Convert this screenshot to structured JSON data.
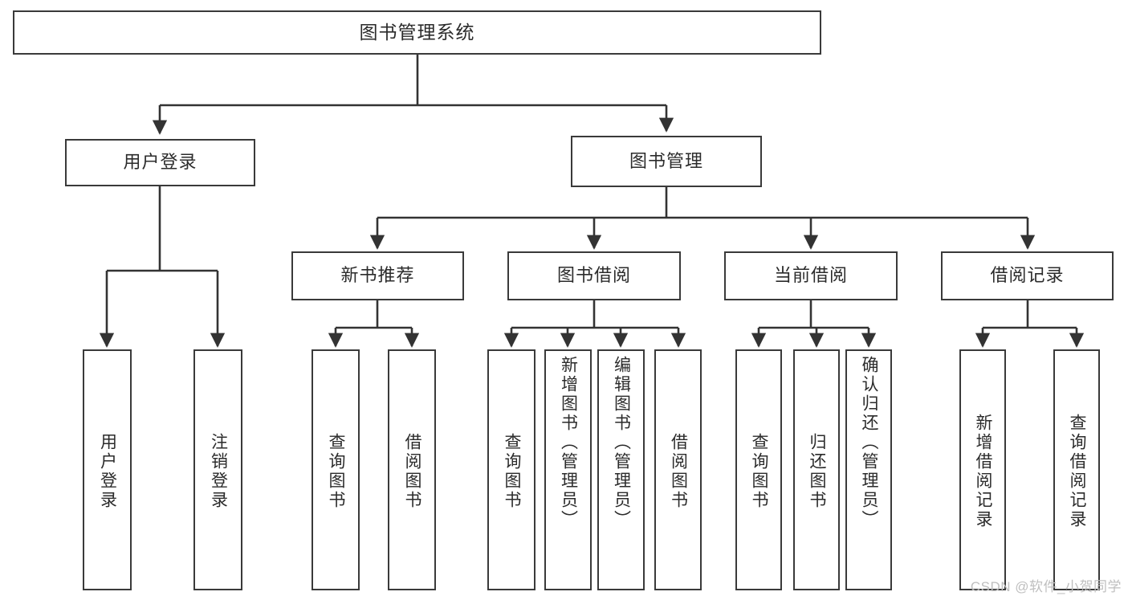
{
  "diagram": {
    "title": "图书管理系统",
    "type": "tree",
    "watermark": "CSDN @软件_小贺同学",
    "colors": {
      "box_border": "#3a3a3a",
      "box_fill": "#ffffff",
      "text": "#2b2b2b",
      "connector": "#333333",
      "watermark": "#bfbfbf",
      "background": "#ffffff"
    }
  },
  "nodes": {
    "root": {
      "label": "图书管理系统",
      "level": 1
    },
    "level2": [
      {
        "id": "user-login",
        "label": "用户登录"
      },
      {
        "id": "book-manage",
        "label": "图书管理"
      }
    ],
    "level3": [
      {
        "id": "new-book-recommend",
        "label": "新书推荐",
        "parent": "book-manage"
      },
      {
        "id": "book-borrow",
        "label": "图书借阅",
        "parent": "book-manage"
      },
      {
        "id": "current-borrow",
        "label": "当前借阅",
        "parent": "book-manage"
      },
      {
        "id": "borrow-record",
        "label": "借阅记录",
        "parent": "book-manage"
      }
    ],
    "leaves": [
      {
        "id": "leaf-user-login",
        "label": "用户登录",
        "parent": "user-login"
      },
      {
        "id": "leaf-logout",
        "label": "注销登录",
        "parent": "user-login"
      },
      {
        "id": "leaf-query-book-1",
        "label": "查询图书",
        "parent": "new-book-recommend"
      },
      {
        "id": "leaf-borrow-book-1",
        "label": "借阅图书",
        "parent": "new-book-recommend"
      },
      {
        "id": "leaf-query-book-2",
        "label": "查询图书",
        "parent": "book-borrow"
      },
      {
        "id": "leaf-add-book",
        "label": "新增图书（管理员）",
        "parent": "book-borrow"
      },
      {
        "id": "leaf-edit-book",
        "label": "编辑图书（管理员）",
        "parent": "book-borrow"
      },
      {
        "id": "leaf-borrow-book-2",
        "label": "借阅图书",
        "parent": "book-borrow"
      },
      {
        "id": "leaf-query-book-3",
        "label": "查询图书",
        "parent": "current-borrow"
      },
      {
        "id": "leaf-return-book",
        "label": "归还图书",
        "parent": "current-borrow"
      },
      {
        "id": "leaf-confirm-return",
        "label": "确认归还（管理员）",
        "parent": "current-borrow"
      },
      {
        "id": "leaf-add-record",
        "label": "新增借阅记录",
        "parent": "borrow-record"
      },
      {
        "id": "leaf-query-record",
        "label": "查询借阅记录",
        "parent": "borrow-record"
      }
    ]
  }
}
